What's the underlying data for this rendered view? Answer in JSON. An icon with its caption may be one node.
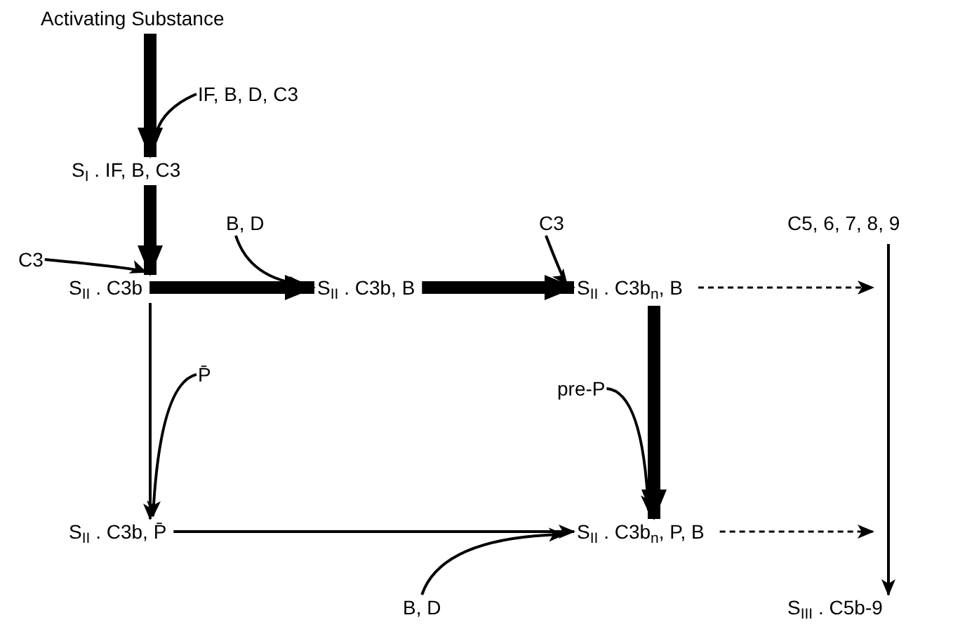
{
  "diagram": {
    "nodes": [
      {
        "text": [
          "Activating Substance"
        ]
      },
      {
        "text": [
          "IF, B, D, C3"
        ]
      },
      {
        "text": [
          "S$_{I}$ . IF, B, C3"
        ]
      },
      {
        "text": [
          "C3"
        ]
      },
      {
        "text": [
          "S$_{II}$ . C3b"
        ]
      },
      {
        "text": [
          "B, D"
        ]
      },
      {
        "text": [
          "S$_{II}$ . C3b, B"
        ]
      },
      {
        "text": [
          "C3"
        ]
      },
      {
        "text": [
          "S$_{II}$ . C3b$_{n}$, B"
        ]
      },
      {
        "text": [
          "C5, 6, 7, 8, 9"
        ]
      },
      {
        "text": [
          "P̄"
        ]
      },
      {
        "text": [
          "S$_{II}$ . C3b, P̄"
        ]
      },
      {
        "text": [
          "pre-P"
        ]
      },
      {
        "text": [
          "S$_{II}$ . C3b$_{n}$, P, B"
        ]
      },
      {
        "text": [
          "B, D"
        ]
      },
      {
        "text": [
          "S$_{III}$ . C5b-9"
        ]
      }
    ],
    "edges": [
      {
        "from": 0,
        "to": 2,
        "arrow": "to",
        "style": "thick"
      },
      {
        "from": 1,
        "to": 2,
        "arrow": "to"
      },
      {
        "from": 2,
        "to": 4,
        "arrow": "to",
        "style": "thick"
      },
      {
        "from": 3,
        "to": 4,
        "arrow": "to"
      },
      {
        "from": 4,
        "to": 6,
        "arrow": "to",
        "style": "thick"
      },
      {
        "from": 5,
        "to": 6,
        "arrow": "to"
      },
      {
        "from": 6,
        "to": 8,
        "arrow": "to",
        "style": "thick"
      },
      {
        "from": 7,
        "to": 8,
        "arrow": "to"
      },
      {
        "from": 8,
        "to": null,
        "arrow": "to",
        "style": "dashed"
      },
      {
        "from": 8,
        "to": 13,
        "arrow": "to",
        "style": "thick"
      },
      {
        "from": 12,
        "to": 13,
        "arrow": "to"
      },
      {
        "from": 4,
        "to": 11,
        "arrow": "to"
      },
      {
        "from": 10,
        "to": 11,
        "arrow": "to"
      },
      {
        "from": 11,
        "to": 13,
        "arrow": "to"
      },
      {
        "from": 14,
        "to": 13,
        "arrow": "to"
      },
      {
        "from": 13,
        "to": null,
        "arrow": "to",
        "style": "dashed"
      },
      {
        "from": 9,
        "to": 15,
        "arrow": "to"
      }
    ]
  }
}
